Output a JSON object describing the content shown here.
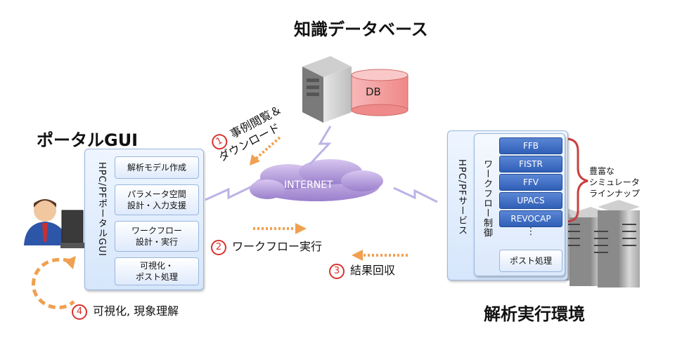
{
  "titles": {
    "knowledge_db": "知識データベース",
    "portal_gui": "ポータルGUI",
    "exec_env": "解析実行環境"
  },
  "db": {
    "label": "DB"
  },
  "internet": {
    "label": "INTERNET"
  },
  "portal": {
    "vertical_label": "HPC/PFポータルGUI",
    "items": [
      "解析モデル作成",
      "パラメータ空間\n設計・入力支援",
      "ワークフロー\n設計・実行",
      "可視化・\nポスト処理"
    ]
  },
  "exec": {
    "service_label": "HPC/PFサービス",
    "workflow_label": "ワークフロー制御",
    "simulators": [
      "FFB",
      "FISTR",
      "FFV",
      "UPACS",
      "REVOCAP"
    ],
    "ellipsis": "⋮",
    "post": "ポスト処理",
    "brace_label": "豊富な\nシミュレータ\nラインナップ"
  },
  "steps": [
    {
      "num": "1",
      "text": "事例閲覧＆\nダウンロード"
    },
    {
      "num": "2",
      "text": "ワークフロー実行"
    },
    {
      "num": "3",
      "text": "結果回収"
    },
    {
      "num": "4",
      "text": "可視化, 現象理解"
    }
  ],
  "colors": {
    "accent_red": "#d9322d",
    "arrow_orange": "#f0a050",
    "box_blue": "#d6e6fb",
    "sim_blue": "#3a66bc"
  }
}
